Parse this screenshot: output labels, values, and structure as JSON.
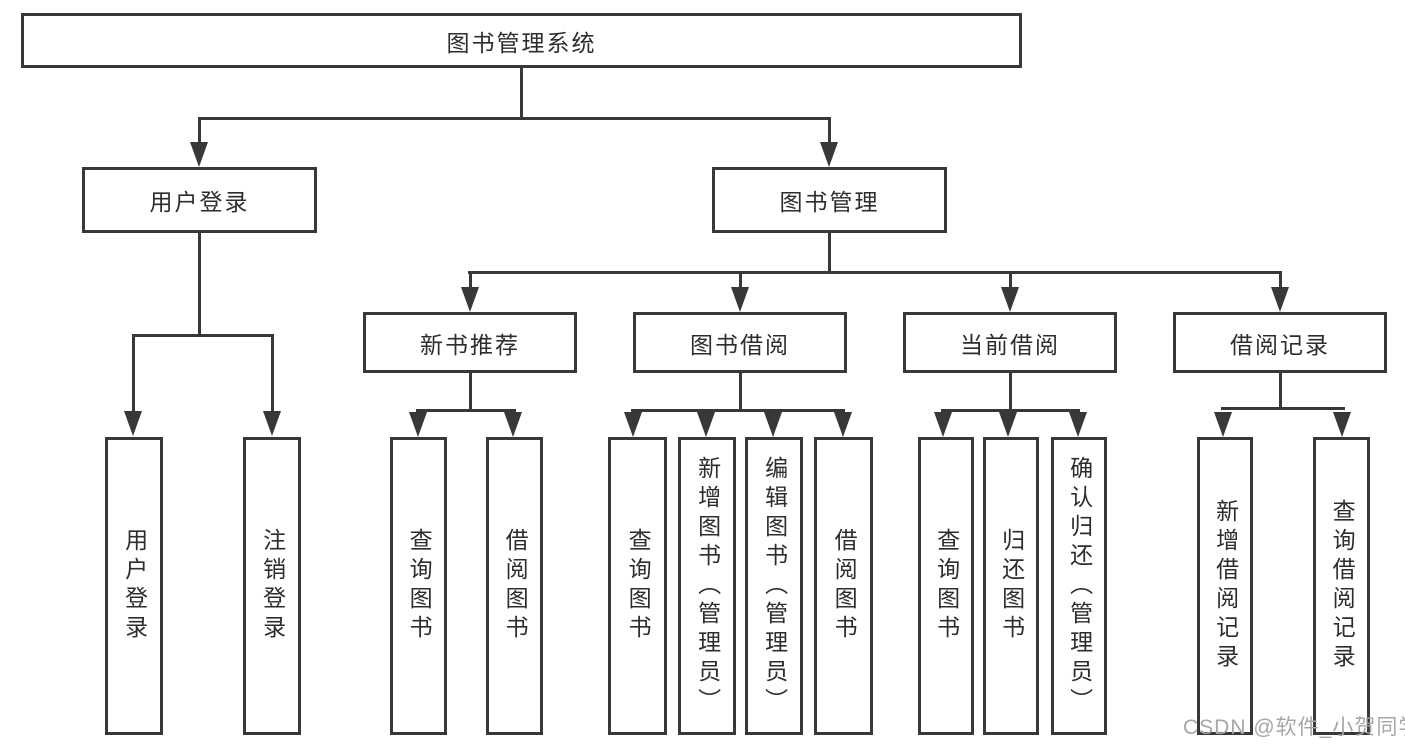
{
  "tree": {
    "label": "图书管理系统",
    "children": [
      {
        "label": "用户登录",
        "children": [
          {
            "label": "用户登录"
          },
          {
            "label": "注销登录"
          }
        ]
      },
      {
        "label": "图书管理",
        "children": [
          {
            "label": "新书推荐",
            "children": [
              {
                "label": "查询图书"
              },
              {
                "label": "借阅图书"
              }
            ]
          },
          {
            "label": "图书借阅",
            "children": [
              {
                "label": "查询图书"
              },
              {
                "label": "新增图书（管理员）"
              },
              {
                "label": "编辑图书（管理员）"
              },
              {
                "label": "借阅图书"
              }
            ]
          },
          {
            "label": "当前借阅",
            "children": [
              {
                "label": "查询图书"
              },
              {
                "label": "归还图书"
              },
              {
                "label": "确认归还（管理员）"
              }
            ]
          },
          {
            "label": "借阅记录",
            "children": [
              {
                "label": "新增借阅记录"
              },
              {
                "label": "查询借阅记录"
              }
            ]
          }
        ]
      }
    ]
  },
  "watermark": {
    "text": "CSDN @软件_小贺同学"
  },
  "colors": {
    "line": "#383838",
    "text": "#2d2d2d",
    "watermark": "#a6a6a6",
    "background": "#ffffff"
  }
}
